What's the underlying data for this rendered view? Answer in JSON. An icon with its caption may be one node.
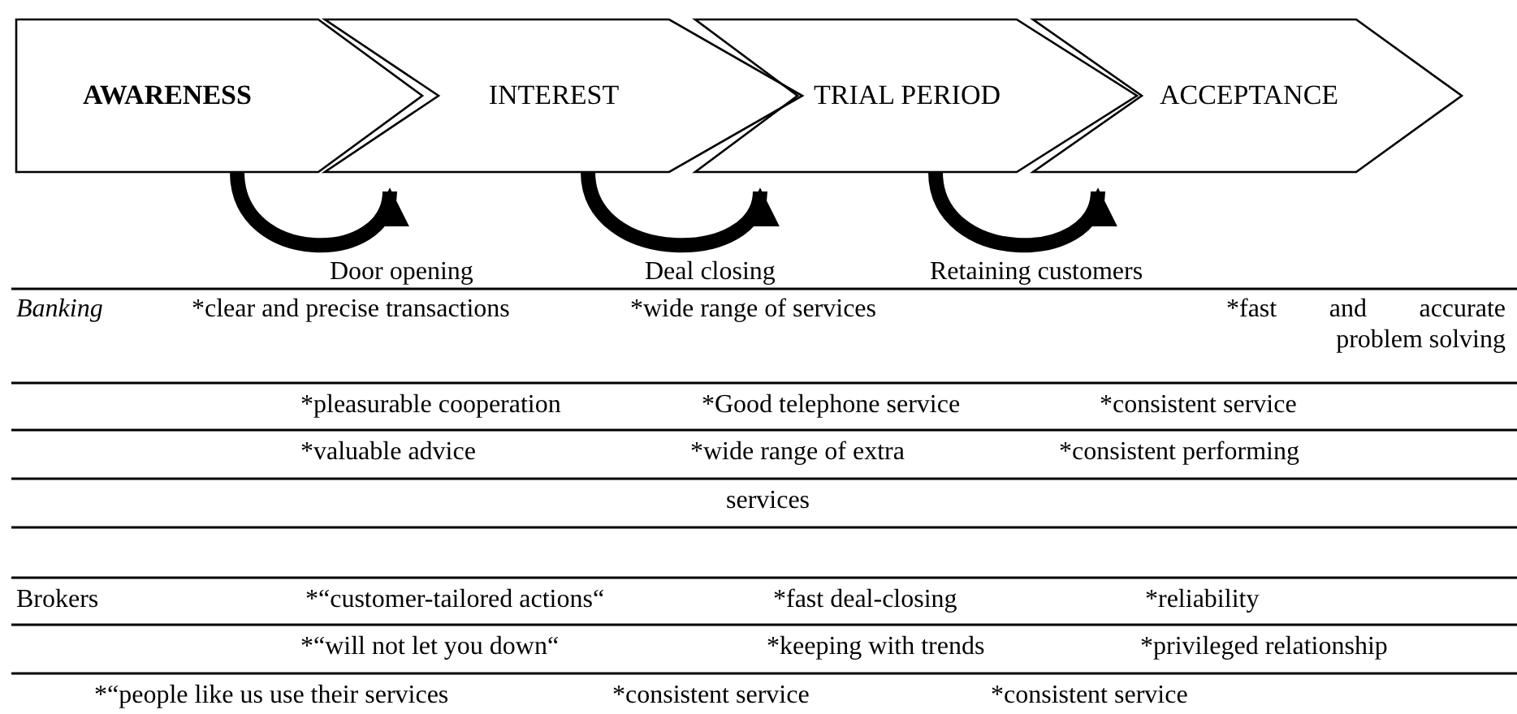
{
  "diagram": {
    "nodes": [
      {
        "text": [
          "AWARENESS"
        ]
      },
      {
        "text": [
          "INTEREST"
        ]
      },
      {
        "text": [
          "TRIAL PERIOD"
        ]
      },
      {
        "text": [
          "ACCEPTANCE"
        ]
      }
    ],
    "edges": [
      {
        "from": 0,
        "to": 1,
        "arrow": "to",
        "label": "Door opening"
      },
      {
        "from": 1,
        "to": 2,
        "arrow": "to",
        "label": "Deal closing"
      },
      {
        "from": 2,
        "to": 3,
        "arrow": "to",
        "label": "Retaining customers"
      }
    ],
    "labels": [
      "Banking",
      "*clear and precise transactions",
      "*wide range of services",
      "*fast and accurate problem solving",
      "*pleasurable cooperation",
      "*Good telephone service",
      "*consistent service",
      "*valuable advice",
      "*wide range of extra",
      "*consistent performing",
      "services",
      "Brokers",
      "*“customer-tailored actions“",
      "*fast deal-closing",
      "*reliability",
      "*“will not let you down“",
      "*keeping with trends",
      "*privileged relationship",
      "*“people like us use their services",
      "*consistent service",
      "*consistent service"
    ]
  }
}
